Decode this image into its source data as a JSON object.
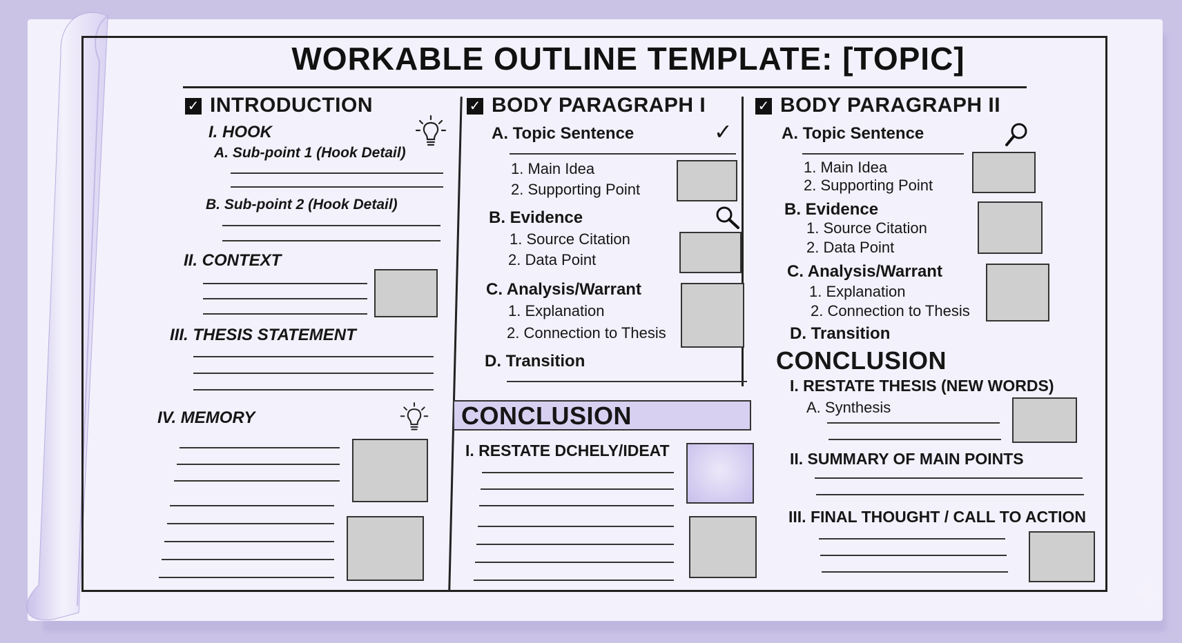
{
  "title": "WORKABLE OUTLINE TEMPLATE: [TOPIC]",
  "col1": {
    "heading": "INTRODUCTION",
    "hook": "I. HOOK",
    "hook_a": "A. Sub-point 1 (Hook Detail)",
    "hook_b": "B. Sub-point 2 (Hook Detail)",
    "context": "II. CONTEXT",
    "thesis": "III. THESIS STATEMENT",
    "memory": "IV. MEMORY"
  },
  "col2": {
    "heading": "BODY PARAGRAPH I",
    "topic": "A. Topic Sentence",
    "main_idea": "1. Main Idea",
    "supporting": "2. Supporting Point",
    "evidence": "B. Evidence",
    "source": "1. Source Citation",
    "data_point": "2. Data Point",
    "analysis": "C. Analysis/Warrant",
    "explanation": "1. Explanation",
    "connection": "2. Connection to Thesis",
    "transition": "D. Transition",
    "conclusion": "CONCLUSION",
    "restate": "I. RESTATE DCHELY/IDEAT"
  },
  "col3": {
    "heading": "BODY PARAGRAPH II",
    "topic": "A. Topic Sentence",
    "main_idea": "1. Main Idea",
    "supporting": "2. Supporting Point",
    "evidence": "B. Evidence",
    "source": "1. Source Citation",
    "data_point": "2. Data Point",
    "analysis": "C. Analysis/Warrant",
    "explanation": "1. Explanation",
    "connection": "2. Connection to Thesis",
    "transition": "D. Transition",
    "conclusion": "CONCLUSION",
    "restate": "I. RESTATE THESIS (NEW WORDS)",
    "synthesis": "A. Synthesis",
    "summary": "II. SUMMARY OF MAIN POINTS",
    "final": "III. FINAL THOUGHT / CALL TO ACTION"
  },
  "icons": {
    "checkbox": "checked-checkbox-icon",
    "idea": "lightbulb-icon",
    "search": "magnifier-icon",
    "done": "checkmark-icon"
  },
  "colors": {
    "background": "#cbc3e6",
    "paper": "#f3f1fb",
    "accent_band": "#d8d0f1",
    "placeholder_box": "#cfcfcf"
  }
}
